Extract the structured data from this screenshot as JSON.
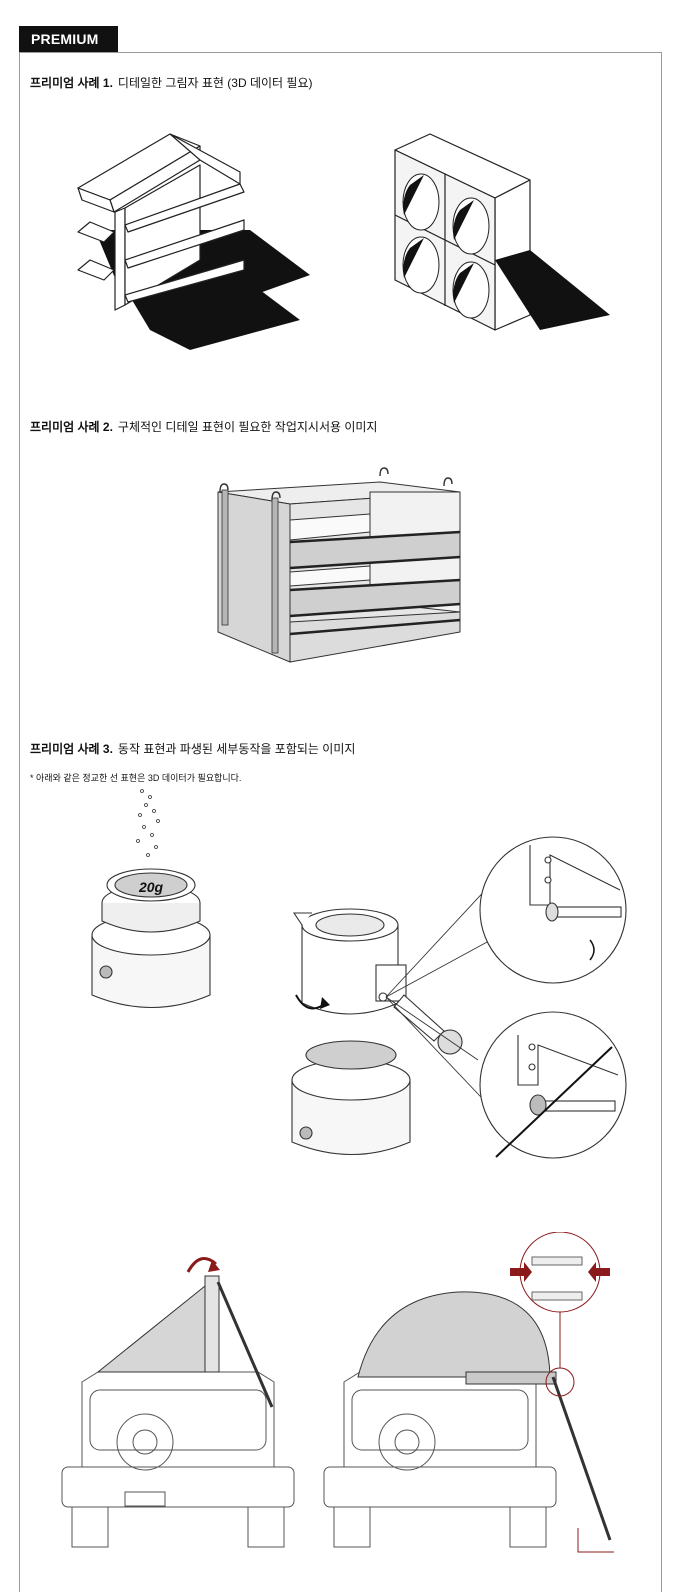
{
  "badge": "PREMIUM",
  "sections": [
    {
      "label": "프리미엄 사례 1.",
      "desc": "디테일한 그림자 표현 (3D 데이터 필요)"
    },
    {
      "label": "프리미엄 사례 2.",
      "desc": "구체적인 디테일 표현이 필요한 작업지시서용 이미지"
    },
    {
      "label": "프리미엄 사례 3.",
      "desc": "동작 표현과 파생된 세부동작을 포함되는 이미지",
      "note": "* 아래와 같은 정교한 선 표현은 3D 데이터가 필요합니다."
    }
  ],
  "figure_labels": {
    "weight": "20g"
  },
  "colors": {
    "accent": "#8b1a1a",
    "ink": "#1a1a1a",
    "fill": "#d9d9d9"
  }
}
